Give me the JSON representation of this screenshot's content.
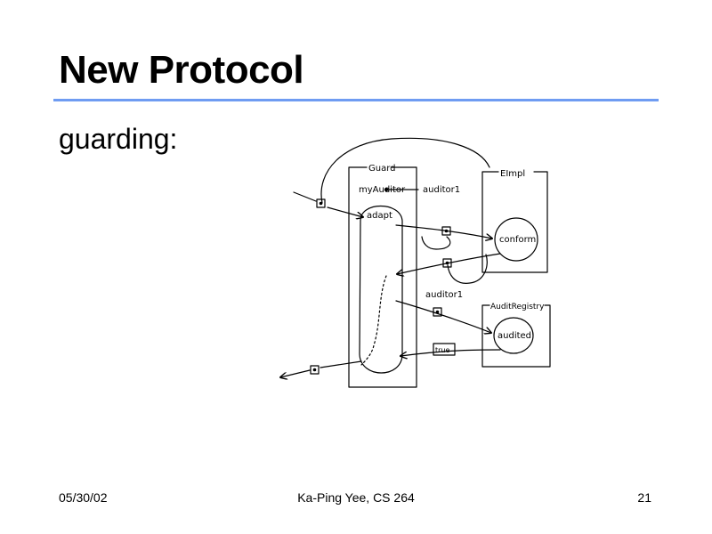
{
  "slide": {
    "title": "New Protocol",
    "subtitle": "guarding:",
    "accent_color": "#6f9cf2"
  },
  "diagram": {
    "guard_label": "Guard",
    "my_auditor_label": "myAuditor",
    "auditor_ref_label": "auditor1",
    "eimpl_label": "EImpl",
    "adapt_label": "adapt",
    "conform_label": "conform",
    "auditor_arg_label": "auditor1",
    "audit_registry_label": "AuditRegistry",
    "audited_label": "audited",
    "true_label": "true"
  },
  "footer": {
    "date": "05/30/02",
    "author": "Ka-Ping Yee, CS 264",
    "page": "21"
  }
}
